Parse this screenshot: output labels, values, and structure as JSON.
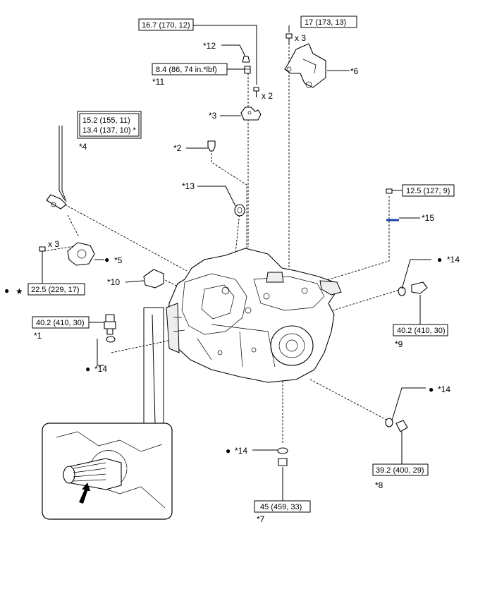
{
  "callouts": {
    "c1": "*1",
    "c2": "*2",
    "c3": "*3",
    "c4": "*4",
    "c5": "*5",
    "c6": "*6",
    "c7": "*7",
    "c8": "*8",
    "c9": "*9",
    "c10": "*10",
    "c11": "*11",
    "c12": "*12",
    "c13": "*13",
    "c15": "*15",
    "c14": "*14"
  },
  "torques": {
    "t_top": "16.7 (170, 12)",
    "t_6": "17 (173, 13)",
    "t_11": "8.4 (86, 74 in.*lbf)",
    "t_4a": "15.2 (155, 11)",
    "t_4b": "13.4 (137, 10) *",
    "t_15": "12.5 (127, 9)",
    "t_5": "22.5 (229, 17)",
    "t_1": "40.2 (410, 30)",
    "t_9": "40.2 (410, 30)",
    "t_8": "39.2 (400, 29)",
    "t_7": "45 (459, 33)"
  },
  "quantities": {
    "x2": "x 2",
    "x3_top": "x 3",
    "x3_5": "x 3"
  },
  "symbols": {
    "dot": "●",
    "star": "★"
  },
  "colors": {
    "ink": "#000000",
    "highlight_blue": "#1a3fb0"
  }
}
